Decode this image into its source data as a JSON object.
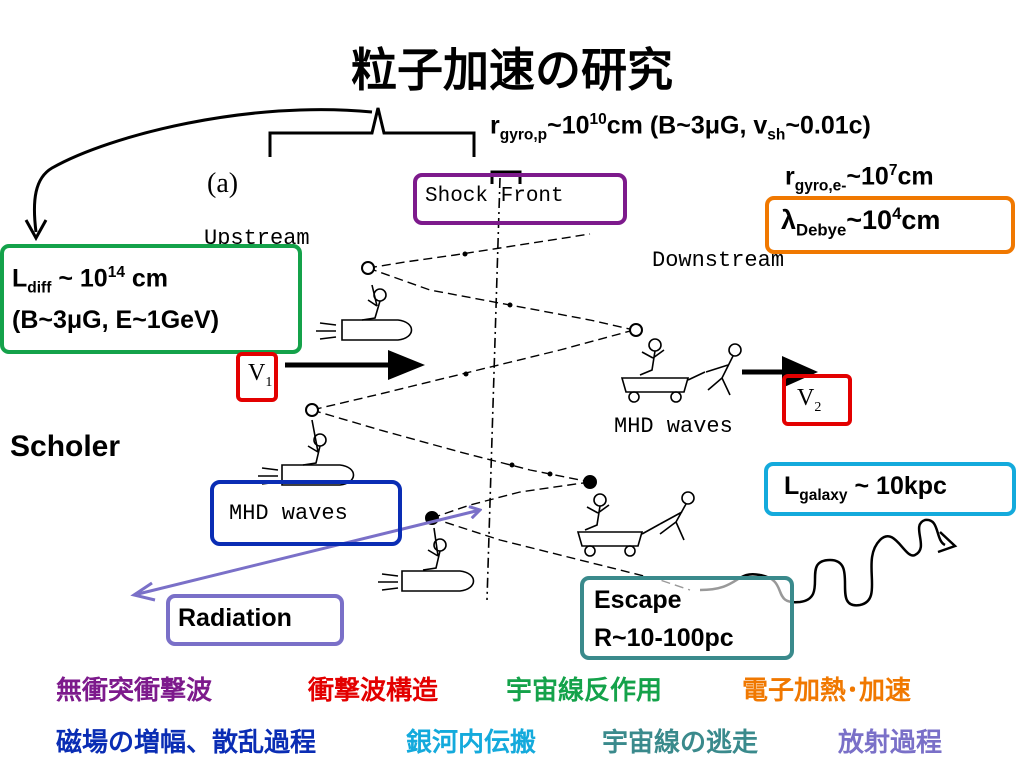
{
  "title": "粒子加速の研究",
  "colors": {
    "purple": "#7d1a8c",
    "green": "#14a24a",
    "orange": "#f07800",
    "red": "#e30000",
    "blue": "#0a2db4",
    "cyan": "#14aadc",
    "teal": "#3a8a8c",
    "lavender": "#7a70c8",
    "darkblue": "#0a2db4"
  },
  "figure": {
    "panel_label": "(a)",
    "upstream": "Upstream",
    "downstream": "Downstream",
    "shock_front": "Shock Front",
    "v1": "V",
    "v1_sub": "1",
    "v2": "V",
    "v2_sub": "2",
    "mhd_waves_right": "MHD waves",
    "mhd_waves_left": "MHD waves"
  },
  "annotations": {
    "rgyro_p": {
      "main": "r",
      "sub": "gyro,p",
      "mid": "~10",
      "sup": "10",
      "tail": "cm (B~3",
      "mu": "μ",
      "tail2": "G, v",
      "sub2": "sh",
      "tail3": "~0.01c)"
    },
    "rgyro_e": {
      "main": "r",
      "sub": "gyro,e-",
      "mid": "~10",
      "sup": "7",
      "tail": "cm"
    },
    "debye": {
      "main": "λ",
      "sub": "Debye",
      "mid": "~10",
      "sup": "4",
      "tail": "cm"
    },
    "ldiff": {
      "main": "L",
      "sub": "diff",
      "mid": " ~ 10",
      "sup": "14",
      "tail": " cm",
      "line2": "(B~3μG, E~1GeV)"
    },
    "scholer": "Scholer",
    "lgalaxy": {
      "main": "L",
      "sub": "galaxy",
      "tail": " ~ 10kpc"
    },
    "escape": {
      "line1": "Escape",
      "line2": "R~10-100pc"
    },
    "radiation": "Radiation"
  },
  "keywords": {
    "row1": [
      "無衝突衝撃波",
      "衝撃波構造",
      "宇宙線反作用",
      "電子加熱･加速"
    ],
    "row2": [
      "磁場の増幅、散乱過程",
      "銀河内伝搬",
      "宇宙線の逃走",
      "放射過程"
    ]
  }
}
